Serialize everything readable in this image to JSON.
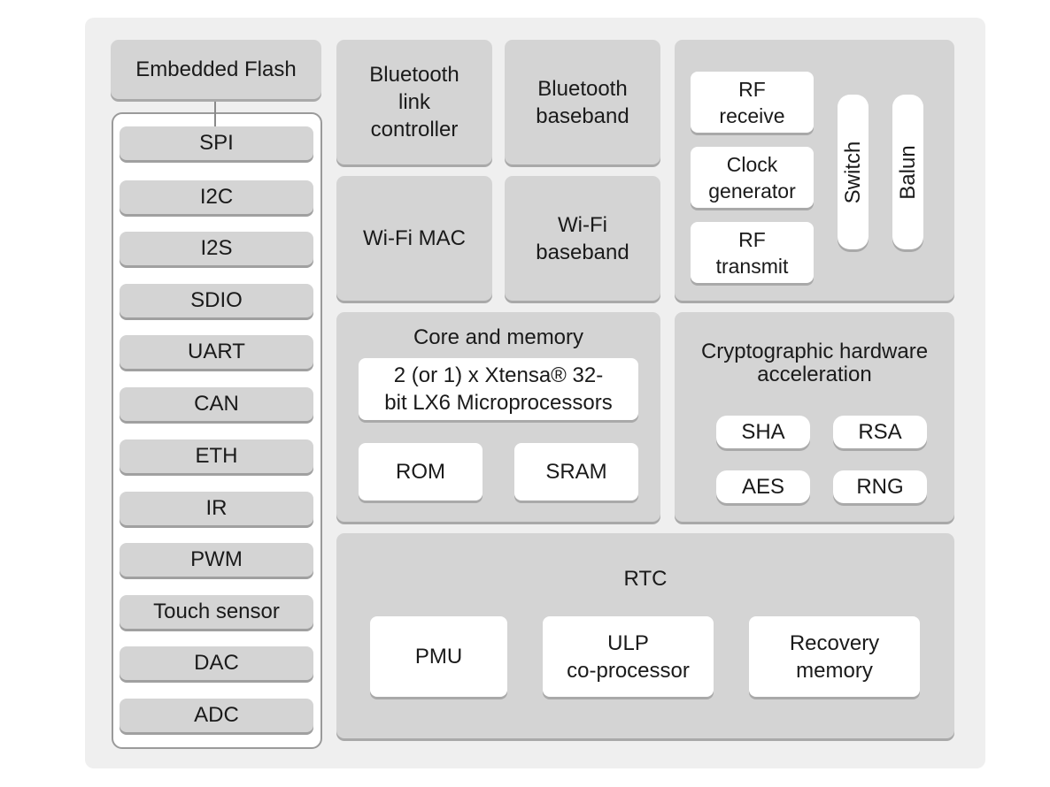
{
  "embedded_flash": "Embedded Flash",
  "peripherals": [
    "SPI",
    "I2C",
    "I2S",
    "SDIO",
    "UART",
    "CAN",
    "ETH",
    "IR",
    "PWM",
    "Touch sensor",
    "DAC",
    "ADC"
  ],
  "bluetooth_link_controller": "Bluetooth\nlink\ncontroller",
  "bluetooth_baseband": "Bluetooth\nbaseband",
  "wifi_mac": "Wi-Fi MAC",
  "wifi_baseband": "Wi-Fi\nbaseband",
  "rf": {
    "receive": "RF\nreceive",
    "clock": "Clock\ngenerator",
    "transmit": "RF\ntransmit",
    "switch": "Switch",
    "balun": "Balun"
  },
  "core": {
    "title": "Core and memory",
    "processor": "2 (or 1) x Xtensa® 32-\nbit LX6 Microprocessors",
    "rom": "ROM",
    "sram": "SRAM"
  },
  "crypto": {
    "title": "Cryptographic hardware\nacceleration",
    "sha": "SHA",
    "rsa": "RSA",
    "aes": "AES",
    "rng": "RNG"
  },
  "rtc": {
    "title": "RTC",
    "pmu": "PMU",
    "ulp": "ULP\nco-processor",
    "recovery": "Recovery\nmemory"
  }
}
